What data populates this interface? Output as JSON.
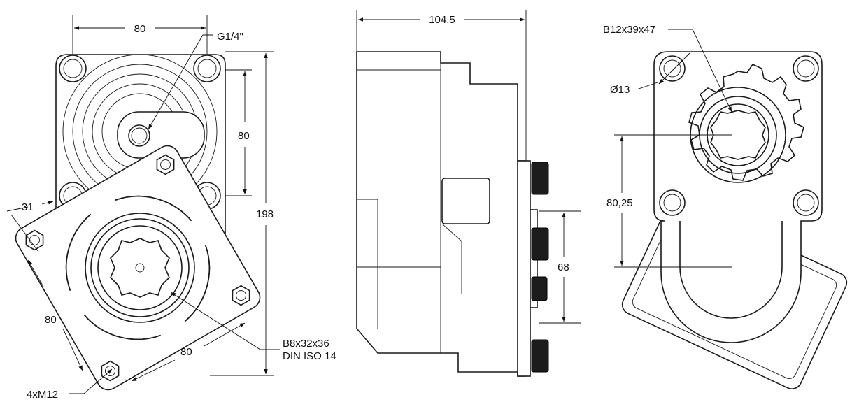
{
  "dimensions": {
    "front_width_top": "80",
    "port": "G1/4\"",
    "front_vertical": "80",
    "overall_height": "198",
    "offset": "31",
    "flange_left": "80",
    "flange_bottom": "80",
    "spline_front": "B8x32x36",
    "spline_front_std": "DIN ISO 14",
    "bolts": "4xM12",
    "side_length": "104,5",
    "side_height": "68",
    "rear_spline": "B12x39x47",
    "rear_hole": "Ø13",
    "rear_distance": "80,25"
  }
}
